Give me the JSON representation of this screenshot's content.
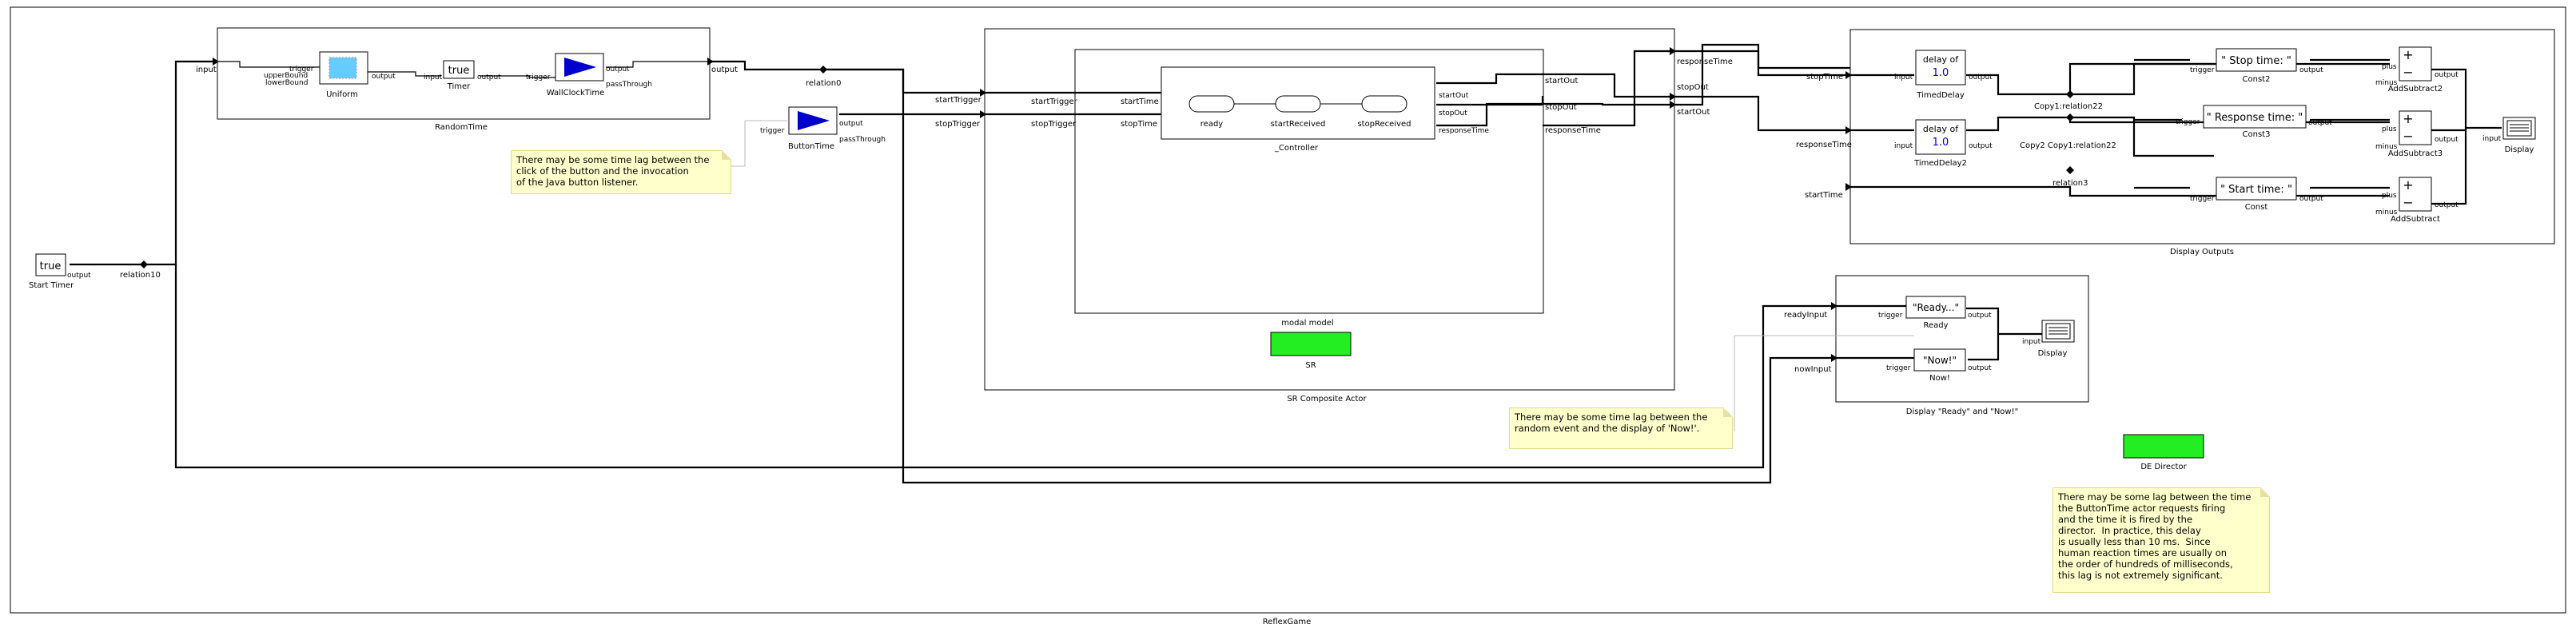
{
  "model": {
    "title": "ReflexGame"
  },
  "colors": {
    "director": "#22ee22",
    "note": "#ffffcc",
    "ramp": "#0000cc",
    "const_value": "#0000cc"
  },
  "actors": {
    "start_timer": {
      "label": "Start Timer",
      "value": "true",
      "port_out": "output"
    },
    "relation10": "relation10",
    "relation0": "relation0",
    "random_time": {
      "label": "RandomTime",
      "port_in": "input",
      "port_out": "output",
      "uniform": {
        "label": "Uniform",
        "trigger": "trigger",
        "upper": "upperBound",
        "lower": "lowerBound",
        "output": "output"
      },
      "timer": {
        "label": "Timer",
        "value": "true",
        "input": "input",
        "output": "output"
      },
      "wallclock": {
        "label": "WallClockTime",
        "trigger": "trigger",
        "output": "output",
        "pass": "passThrough"
      }
    },
    "button_time": {
      "label": "ButtonTime",
      "trigger": "trigger",
      "output": "output",
      "pass": "passThrough"
    },
    "sr_composite": {
      "label": "SR Composite Actor",
      "in_start": "startTrigger",
      "in_stop": "stopTrigger",
      "out_start": "startOut",
      "out_stop": "stopOut",
      "out_resp": "responseTime",
      "director": "SR",
      "modal_model": {
        "label": "modal model",
        "in_start": "startTime",
        "in_stop": "stopTime",
        "out_start": "startOut",
        "out_stop": "stopOut",
        "out_resp": "responseTime",
        "controller": {
          "label": "_Controller",
          "start_time": "startTime",
          "stop_time": "stopTime",
          "states": [
            "ready",
            "startReceived",
            "stopReceived"
          ]
        }
      }
    },
    "display_outputs": {
      "label": "Display Outputs",
      "in_stop": "stopTime",
      "in_resp": "responseTime",
      "in_start": "startTime",
      "timed_delay": {
        "label": "TimedDelay",
        "title": "delay of",
        "value": "1.0",
        "input": "input",
        "output": "output"
      },
      "timed_delay2": {
        "label": "TimedDelay2",
        "title": "delay of",
        "value": "1.0",
        "input": "input",
        "output": "output"
      },
      "relations": {
        "copy1": "Copy1:relation22",
        "copy2": "Copy2 Copy1:relation22",
        "relation3": "relation3"
      },
      "const2": {
        "label": "Const2",
        "value": "\" Stop time: \"",
        "trigger": "trigger",
        "output": "output"
      },
      "const3": {
        "label": "Const3",
        "value": "\" Response time: \"",
        "trigger": "trigger",
        "output": "output"
      },
      "const": {
        "label": "Const",
        "value": "\" Start time: \"",
        "trigger": "trigger",
        "output": "output"
      },
      "add2": {
        "label": "AddSubtract2",
        "plus": "plus",
        "minus": "minus",
        "output": "output"
      },
      "add3": {
        "label": "AddSubtract3",
        "plus": "plus",
        "minus": "minus",
        "output": "output"
      },
      "add": {
        "label": "AddSubtract",
        "plus": "plus",
        "minus": "minus",
        "output": "output"
      },
      "display": {
        "label": "Display",
        "input": "input"
      }
    },
    "sr_outs_ext": {
      "resp": "responseTime",
      "stop": "stopOut",
      "start": "startOut"
    },
    "display_ready": {
      "label": "Display \"Ready\" and \"Now!\"",
      "in_ready": "readyInput",
      "in_now": "nowInput",
      "ready": {
        "label": "Ready",
        "value": "\"Ready...\"",
        "trigger": "trigger",
        "output": "output"
      },
      "now": {
        "label": "Now!",
        "value": "\"Now!\"",
        "trigger": "trigger",
        "output": "output"
      },
      "display": {
        "label": "Display",
        "input": "input"
      }
    },
    "de_director": {
      "label": "DE Director"
    }
  },
  "notes": {
    "note1": "There may be some time lag between the\nclick of the button and the invocation\nof the Java button listener.",
    "note2": "There may be some time lag between the\nrandom event and the display of 'Now!'.",
    "note3": "There may be some lag between the time\nthe ButtonTime actor requests firing\nand the time it is fired by the\ndirector.  In practice, this delay\nis usually less than 10 ms.  Since\nhuman reaction times are usually on\nthe order of hundreds of milliseconds,\nthis lag is not extremely significant."
  }
}
